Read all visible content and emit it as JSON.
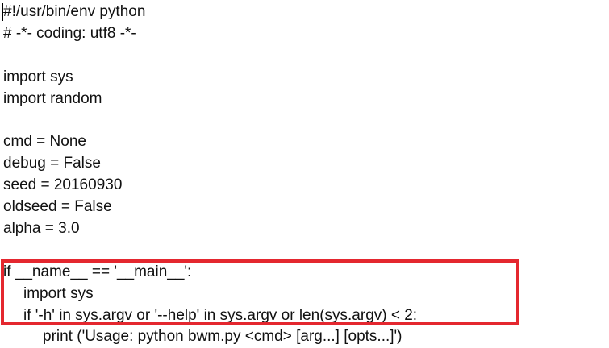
{
  "editor": {
    "lines": [
      "#!/usr/bin/env python",
      "# -*- coding: utf8 -*-",
      "",
      "import sys",
      "import random",
      "",
      "cmd = None",
      "debug = False",
      "seed = 20160930",
      "oldseed = False",
      "alpha = 3.0",
      "",
      "if __name__ == '__main__':",
      "import sys",
      "if '-h' in sys.argv or '--help' in sys.argv or len(sys.argv) < 2:",
      "print ('Usage: python bwm.py <cmd> [arg...] [opts...]')"
    ]
  },
  "colors": {
    "text": "#111111",
    "background": "#ffffff",
    "highlight_border": "#e4272f"
  }
}
